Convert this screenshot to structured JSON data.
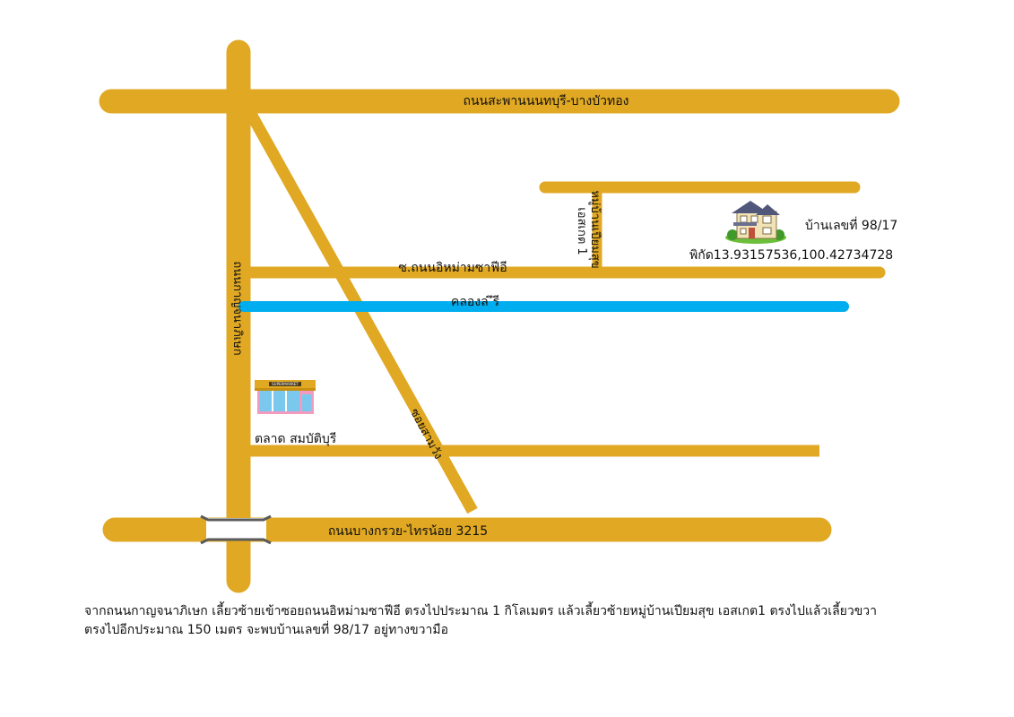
{
  "colors": {
    "road": "#E0A823",
    "canal": "#00AEEF",
    "text": "#111111",
    "background": "#FFFFFF"
  },
  "roads": {
    "top": "ถนนสะพานนนทบุรี-บางบัวทอง",
    "bottom": "ถนนบางกรวย-ไทรน้อย 3215",
    "vertical": "ถนนกาญจนาภิเษก",
    "soi_main": "ซ.ถนนอิหม่ามซาฟีอี",
    "diagonal": "ซอยสามวัง",
    "village": "หมู่บ้านเปียมสุข",
    "village_gate": "เอสเกต 1",
    "canal": "คลองล ึรี"
  },
  "places": {
    "house_label": "บ้านเลขที่ 98/17",
    "coordinates": "พิกัด13.93157536,100.42734728",
    "market_label": "ตลาด สมบัติบุรี",
    "market_sign": "SUPERMARKET"
  },
  "icons": {
    "house": "house-icon",
    "market": "store-icon",
    "bridge": "bridge-icon"
  },
  "directions": {
    "line1": "จากถนนกาญจนาภิเษก เลี้ยวซ้ายเข้าซอยถนนอิหม่ามซาฟีอี ตรงไปประมาณ 1 กิโลเมตร แล้วเลี้ยวซ้ายหมู่บ้านเปียมสุข เอสเกต1 ตรงไปแล้วเลี้ยวขวา",
    "line2": "ตรงไปอีกประมาณ 150 เมตร จะพบบ้านเลขที่ 98/17 อยู่ทางขวามือ"
  }
}
